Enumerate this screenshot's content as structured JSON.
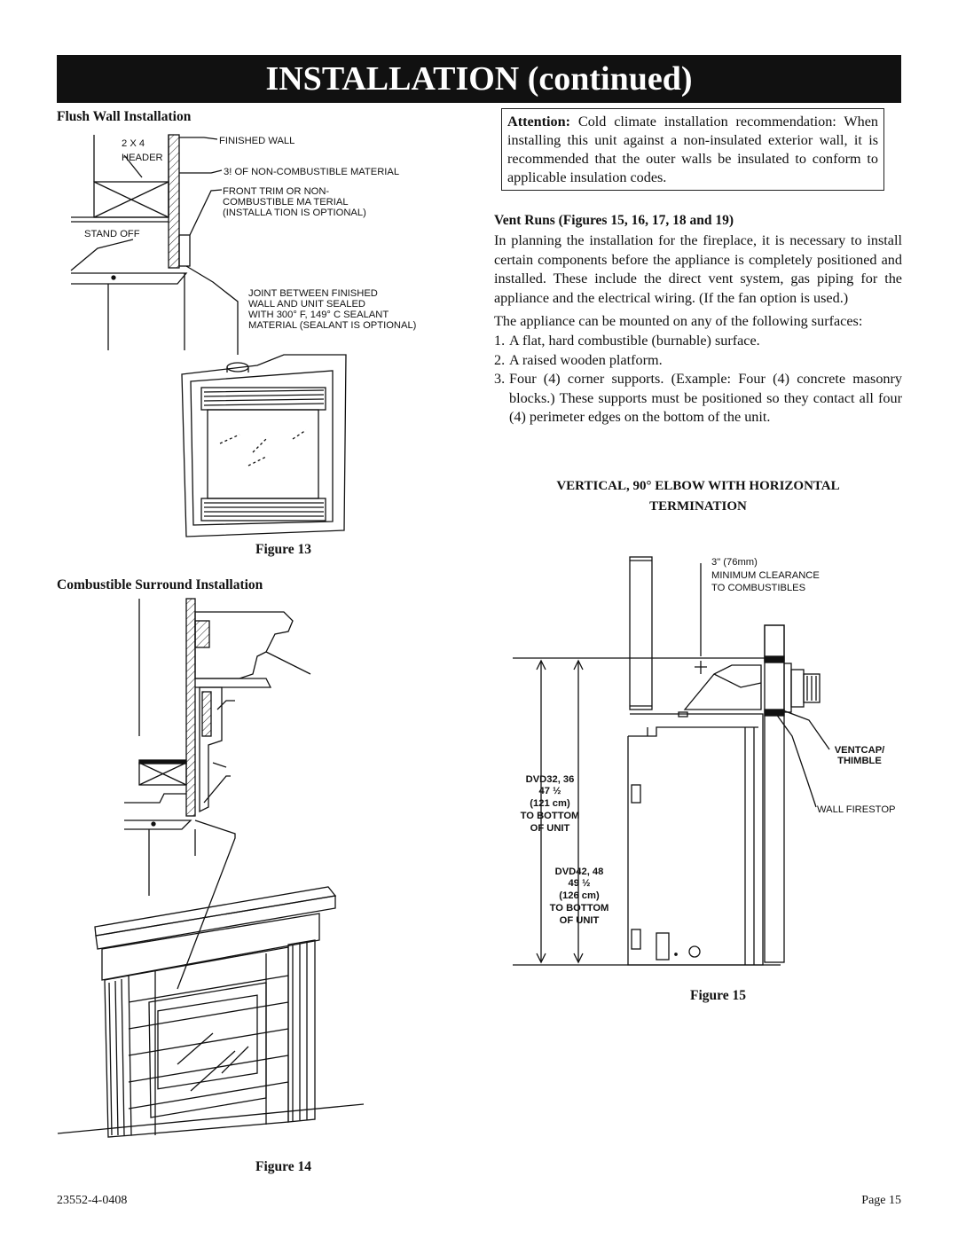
{
  "banner": {
    "title": "INSTALLATION (continued)"
  },
  "flush": {
    "heading": "Flush Wall Installation",
    "labels": {
      "stud": "2 X 4",
      "header": "HEADER",
      "standoff": "STAND OFF",
      "finished_wall": "FINISHED WALL",
      "noncombustible": "3! OF NON-COMBUSTIBLE MATERIAL",
      "front_trim": [
        "FRONT TRIM OR NON-",
        "COMBUSTIBLE MA TERIAL",
        "(INSTALLA TION IS OPTIONAL)"
      ],
      "joint": [
        "JOINT BETWEEN FINISHED",
        "WALL  AND UNIT SEALED",
        "WITH 300° F, 149° C SEALANT",
        "MATERIAL (SEALANT IS OPTIONAL)"
      ]
    },
    "figure_caption": "Figure 13"
  },
  "surround": {
    "heading": "Combustible Surround Installation",
    "figure_caption": "Figure 14"
  },
  "attention": {
    "label": "Attention:",
    "text": "Cold climate installation recommendation: When installing this unit against a non-insulated exterior wall, it is recommended that the outer walls be insulated to conform to applicable insulation codes."
  },
  "vent_runs": {
    "heading": "Vent Runs (Figures 15, 16, 17, 18 and 19)",
    "paragraph": "In planning the installation for the fireplace, it is necessary to install certain components before the appliance is completely positioned and installed. These include the direct vent system, gas piping for the appliance and the electrical wiring. (If the fan option is used.)",
    "intro": "The appliance can be mounted on any of the following surfaces:",
    "items": [
      {
        "num": "1.",
        "text": "A flat, hard combustible (burnable) surface."
      },
      {
        "num": "2.",
        "text": "A raised wooden platform."
      },
      {
        "num": "3.",
        "text": "Four (4) corner supports. (Example: Four (4) concrete masonry blocks.) These supports must be positioned so they contact all four (4) perimeter edges on the bottom of the unit."
      }
    ]
  },
  "vertical": {
    "heading_line1": "VERTICAL, 90° ELBOW WITH HORIZONTAL",
    "heading_line2": "TERMINATION",
    "labels": {
      "clearance": [
        "3\" (76mm)",
        "MINIMUM CLEARANCE",
        "TO COMBUSTIBLES"
      ],
      "ventcap": [
        "VENTCAP/",
        "THIMBLE"
      ],
      "firestop": "WALL FIRESTOP",
      "dvd32": [
        "DVD32, 36",
        "47 ½",
        "(121 cm)",
        "TO BOTTOM",
        "OF UNIT"
      ],
      "dvd42": [
        "DVD42, 48",
        "49 ½",
        "(126 cm)",
        "TO BOTTOM",
        "OF UNIT"
      ]
    },
    "figure_caption": "Figure 15"
  },
  "footer": {
    "doc_number": "23552-4-0408",
    "page": "Page 15"
  }
}
